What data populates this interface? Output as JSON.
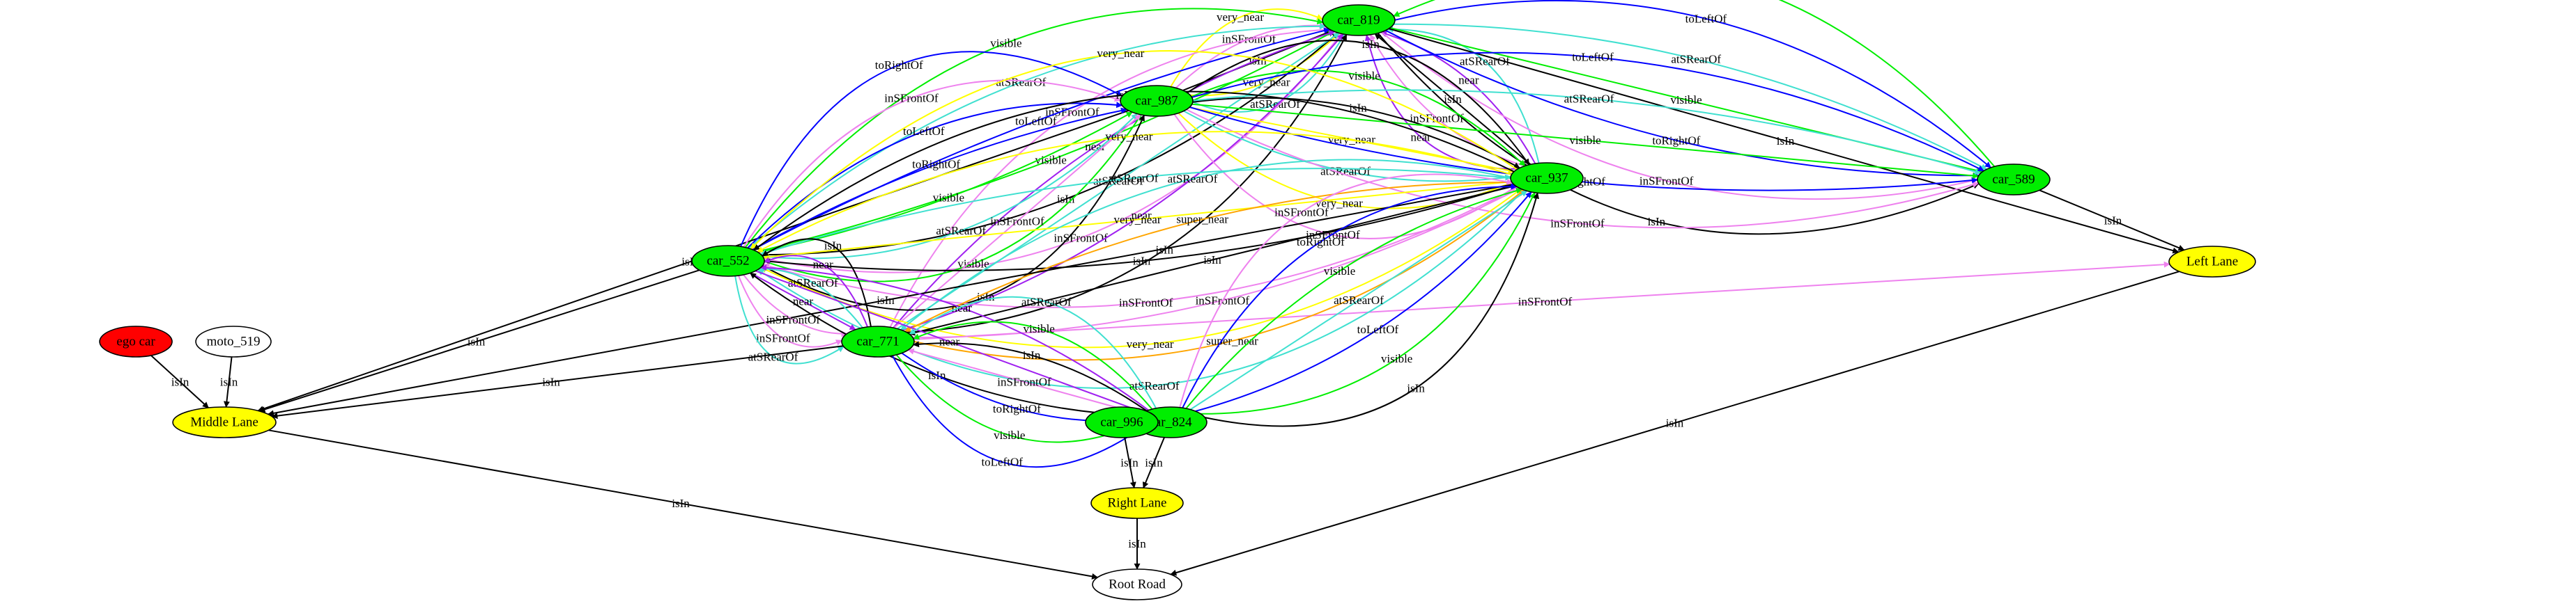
{
  "graph": {
    "nodes": [
      {
        "id": "car_819",
        "label": "car_819",
        "fill": "#00ee00"
      },
      {
        "id": "car_987",
        "label": "car_987",
        "fill": "#00ee00"
      },
      {
        "id": "car_937",
        "label": "car_937",
        "fill": "#00ee00"
      },
      {
        "id": "car_589",
        "label": "car_589",
        "fill": "#00ee00"
      },
      {
        "id": "car_552",
        "label": "car_552",
        "fill": "#00ee00"
      },
      {
        "id": "car_771",
        "label": "car_771",
        "fill": "#00ee00"
      },
      {
        "id": "car_824",
        "label": "car_824",
        "fill": "#00ee00"
      },
      {
        "id": "car_996",
        "label": "car_996",
        "fill": "#00ee00"
      },
      {
        "id": "ego_car",
        "label": "ego car",
        "fill": "#ff0000"
      },
      {
        "id": "moto_519",
        "label": "moto_519",
        "fill": "#ffffff"
      },
      {
        "id": "middle_lane",
        "label": "Middle Lane",
        "fill": "#ffff00"
      },
      {
        "id": "left_lane",
        "label": "Left Lane",
        "fill": "#ffff00"
      },
      {
        "id": "right_lane",
        "label": "Right Lane",
        "fill": "#ffff00"
      },
      {
        "id": "root_road",
        "label": "Root Road",
        "fill": "#ffffff"
      }
    ],
    "edges": [
      {
        "from": "car_987",
        "to": "car_819",
        "label": "atSRearOf",
        "color": "#40e0d0"
      },
      {
        "from": "car_987",
        "to": "car_819",
        "label": "very_near",
        "color": "#ffff00"
      },
      {
        "from": "car_987",
        "to": "car_819",
        "label": "isIn",
        "color": "#000000"
      },
      {
        "from": "car_987",
        "to": "car_819",
        "label": "inSFrontOf",
        "color": "#ee82ee"
      },
      {
        "from": "car_987",
        "to": "car_819",
        "label": "very_near",
        "color": "#ffff00"
      },
      {
        "from": "car_937",
        "to": "car_819",
        "label": "atSRearOf",
        "color": "#40e0d0"
      },
      {
        "from": "car_937",
        "to": "car_819",
        "label": "near",
        "color": "#a020f0"
      },
      {
        "from": "car_937",
        "to": "car_819",
        "label": "isIn",
        "color": "#000000"
      },
      {
        "from": "car_937",
        "to": "car_819",
        "label": "inSFrontOf",
        "color": "#ee82ee"
      },
      {
        "from": "car_937",
        "to": "car_819",
        "label": "near",
        "color": "#a020f0"
      },
      {
        "from": "car_819",
        "to": "car_589",
        "label": "isIn",
        "color": "#000000"
      },
      {
        "from": "car_819",
        "to": "car_589",
        "label": "inSFrontOf",
        "color": "#ee82ee"
      },
      {
        "from": "car_819",
        "to": "car_589",
        "label": "toRightOf",
        "color": "#0000ff"
      },
      {
        "from": "car_819",
        "to": "car_589",
        "label": "visible",
        "color": "#00ee00"
      },
      {
        "from": "car_819",
        "to": "car_589",
        "label": "atSRearOf",
        "color": "#40e0d0"
      },
      {
        "from": "car_819",
        "to": "car_589",
        "label": "toLeftOf",
        "color": "#0000ff"
      },
      {
        "from": "car_589",
        "to": "car_819",
        "label": "visible",
        "color": "#00ee00"
      },
      {
        "from": "car_819",
        "to": "left_lane",
        "label": "isIn",
        "color": "#000000"
      },
      {
        "from": "car_771",
        "to": "car_819",
        "label": "inSFrontOf",
        "color": "#ee82ee"
      },
      {
        "from": "car_552",
        "to": "car_819",
        "label": "visible",
        "color": "#00ee00"
      },
      {
        "from": "car_552",
        "to": "car_819",
        "label": "atSRearOf",
        "color": "#40e0d0"
      },
      {
        "from": "car_552",
        "to": "car_819",
        "label": "toLeftOf",
        "color": "#0000ff"
      },
      {
        "from": "car_552",
        "to": "car_819",
        "label": "visible",
        "color": "#00ee00"
      },
      {
        "from": "car_552",
        "to": "car_819",
        "label": "isIn",
        "color": "#000000"
      },
      {
        "from": "car_552",
        "to": "car_819",
        "label": "inSFrontOf",
        "color": "#ee82ee"
      },
      {
        "from": "car_771",
        "to": "car_819",
        "label": "near",
        "color": "#a020f0"
      },
      {
        "from": "car_771",
        "to": "car_819",
        "label": "atSRearOf",
        "color": "#40e0d0"
      },
      {
        "from": "car_771",
        "to": "car_819",
        "label": "near",
        "color": "#a020f0"
      },
      {
        "from": "car_771",
        "to": "car_819",
        "label": "isIn",
        "color": "#000000"
      },
      {
        "from": "car_987",
        "to": "middle_lane",
        "label": "isIn",
        "color": "#000000"
      },
      {
        "from": "car_552",
        "to": "car_987",
        "label": "toRightOf",
        "color": "#0000ff"
      },
      {
        "from": "car_552",
        "to": "car_987",
        "label": "inSFrontOf",
        "color": "#ee82ee"
      },
      {
        "from": "car_552",
        "to": "car_987",
        "label": "toLeftOf",
        "color": "#0000ff"
      },
      {
        "from": "car_552",
        "to": "car_987",
        "label": "toRightOf",
        "color": "#0000ff"
      },
      {
        "from": "car_552",
        "to": "car_987",
        "label": "visible",
        "color": "#00ee00"
      },
      {
        "from": "car_552",
        "to": "car_987",
        "label": "atSRearOf",
        "color": "#40e0d0"
      },
      {
        "from": "car_552",
        "to": "car_987",
        "label": "visible",
        "color": "#00ee00"
      },
      {
        "from": "car_552",
        "to": "car_987",
        "label": "isIn",
        "color": "#000000"
      },
      {
        "from": "car_771",
        "to": "car_987",
        "label": "inSFrontOf",
        "color": "#ee82ee"
      },
      {
        "from": "car_987",
        "to": "car_937",
        "label": "inSFrontOf",
        "color": "#ee82ee"
      },
      {
        "from": "car_987",
        "to": "car_937",
        "label": "very_near",
        "color": "#ffff00"
      },
      {
        "from": "car_987",
        "to": "car_937",
        "label": "atSRearOf",
        "color": "#40e0d0"
      },
      {
        "from": "car_987",
        "to": "car_937",
        "label": "very_near",
        "color": "#ffff00"
      },
      {
        "from": "car_987",
        "to": "car_937",
        "label": "isIn",
        "color": "#000000"
      },
      {
        "from": "car_987",
        "to": "car_937",
        "label": "visible",
        "color": "#00ee00"
      },
      {
        "from": "car_987",
        "to": "car_937",
        "label": "isIn",
        "color": "#000000"
      },
      {
        "from": "car_987",
        "to": "car_589",
        "label": "inSFrontOf",
        "color": "#ee82ee"
      },
      {
        "from": "car_987",
        "to": "car_589",
        "label": "toRightOf",
        "color": "#0000ff"
      },
      {
        "from": "car_987",
        "to": "car_589",
        "label": "visible",
        "color": "#00ee00"
      },
      {
        "from": "car_987",
        "to": "car_589",
        "label": "atSRearOf",
        "color": "#40e0d0"
      },
      {
        "from": "car_987",
        "to": "car_589",
        "label": "toLeftOf",
        "color": "#0000ff"
      },
      {
        "from": "car_589",
        "to": "left_lane",
        "label": "isIn",
        "color": "#000000"
      },
      {
        "from": "car_771",
        "to": "left_lane",
        "label": "inSFrontOf",
        "color": "#ee82ee"
      },
      {
        "from": "car_937",
        "to": "car_552",
        "label": "very_near",
        "color": "#ffff00"
      },
      {
        "from": "car_937",
        "to": "car_552",
        "label": "isIn",
        "color": "#000000"
      },
      {
        "from": "car_937",
        "to": "car_552",
        "label": "very_near",
        "color": "#ffff00"
      },
      {
        "from": "car_937",
        "to": "car_552",
        "label": "atSRearOf",
        "color": "#40e0d0"
      },
      {
        "from": "car_937",
        "to": "car_552",
        "label": "very_near",
        "color": "#ffff00"
      },
      {
        "from": "car_937",
        "to": "car_552",
        "label": "isIn",
        "color": "#000000"
      },
      {
        "from": "car_937",
        "to": "car_552",
        "label": "inSFrontOf",
        "color": "#ee82ee"
      },
      {
        "from": "car_937",
        "to": "car_552",
        "label": "very_near",
        "color": "#ffff00"
      },
      {
        "from": "car_937",
        "to": "car_552",
        "label": "atSRearOf",
        "color": "#40e0d0"
      },
      {
        "from": "car_937",
        "to": "car_771",
        "label": "atSRearOf",
        "color": "#40e0d0"
      },
      {
        "from": "car_937",
        "to": "car_771",
        "label": "super_near",
        "color": "#ffa500"
      },
      {
        "from": "car_937",
        "to": "car_771",
        "label": "isIn",
        "color": "#000000"
      },
      {
        "from": "car_937",
        "to": "car_771",
        "label": "inSFrontOf",
        "color": "#ee82ee"
      },
      {
        "from": "car_771",
        "to": "car_937",
        "label": "super_near",
        "color": "#ffa500"
      },
      {
        "from": "car_937",
        "to": "middle_lane",
        "label": "isIn",
        "color": "#000000"
      },
      {
        "from": "car_824",
        "to": "car_937",
        "label": "inSFrontOf",
        "color": "#ee82ee"
      },
      {
        "from": "car_824",
        "to": "car_937",
        "label": "toRightOf",
        "color": "#0000ff"
      },
      {
        "from": "car_824",
        "to": "car_937",
        "label": "visible",
        "color": "#00ee00"
      },
      {
        "from": "car_824",
        "to": "car_937",
        "label": "atSRearOf",
        "color": "#40e0d0"
      },
      {
        "from": "car_824",
        "to": "car_937",
        "label": "toLeftOf",
        "color": "#0000ff"
      },
      {
        "from": "car_824",
        "to": "car_937",
        "label": "visible",
        "color": "#00ee00"
      },
      {
        "from": "car_824",
        "to": "car_937",
        "label": "isIn",
        "color": "#000000"
      },
      {
        "from": "car_771",
        "to": "car_552",
        "label": "isIn",
        "color": "#000000"
      },
      {
        "from": "car_771",
        "to": "car_552",
        "label": "near",
        "color": "#a020f0"
      },
      {
        "from": "car_771",
        "to": "car_552",
        "label": "atSRearOf",
        "color": "#40e0d0"
      },
      {
        "from": "car_552",
        "to": "car_771",
        "label": "near",
        "color": "#a020f0"
      },
      {
        "from": "car_552",
        "to": "car_771",
        "label": "inSFrontOf",
        "color": "#ee82ee"
      },
      {
        "from": "car_552",
        "to": "middle_lane",
        "label": "isIn",
        "color": "#000000"
      },
      {
        "from": "car_552",
        "to": "car_771",
        "label": "inSFrontOf",
        "color": "#ee82ee"
      },
      {
        "from": "car_552",
        "to": "car_771",
        "label": "atSRearOf",
        "color": "#40e0d0"
      },
      {
        "from": "car_824",
        "to": "car_552",
        "label": "near",
        "color": "#a020f0"
      },
      {
        "from": "car_552",
        "to": "car_824",
        "label": "near",
        "color": "#a020f0"
      },
      {
        "from": "car_824",
        "to": "car_552",
        "label": "isIn",
        "color": "#000000"
      },
      {
        "from": "car_771",
        "to": "middle_lane",
        "label": "isIn",
        "color": "#000000"
      },
      {
        "from": "car_824",
        "to": "car_771",
        "label": "atSRearOf",
        "color": "#40e0d0"
      },
      {
        "from": "car_824",
        "to": "car_771",
        "label": "visible",
        "color": "#00ee00"
      },
      {
        "from": "car_824",
        "to": "car_771",
        "label": "isIn",
        "color": "#000000"
      },
      {
        "from": "car_824",
        "to": "car_771",
        "label": "inSFrontOf",
        "color": "#ee82ee"
      },
      {
        "from": "car_771",
        "to": "car_824",
        "label": "toRightOf",
        "color": "#0000ff"
      },
      {
        "from": "car_771",
        "to": "car_824",
        "label": "visible",
        "color": "#00ee00"
      },
      {
        "from": "car_771",
        "to": "car_824",
        "label": "toLeftOf",
        "color": "#0000ff"
      },
      {
        "from": "ego_car",
        "to": "middle_lane",
        "label": "isIn",
        "color": "#000000"
      },
      {
        "from": "moto_519",
        "to": "middle_lane",
        "label": "isIn",
        "color": "#000000"
      },
      {
        "from": "car_996",
        "to": "right_lane",
        "label": "isIn",
        "color": "#000000"
      },
      {
        "from": "car_824",
        "to": "right_lane",
        "label": "isIn",
        "color": "#000000"
      },
      {
        "from": "middle_lane",
        "to": "root_road",
        "label": "isIn",
        "color": "#000000"
      },
      {
        "from": "left_lane",
        "to": "root_road",
        "label": "isIn",
        "color": "#000000"
      },
      {
        "from": "right_lane",
        "to": "root_road",
        "label": "isIn",
        "color": "#000000"
      }
    ]
  }
}
